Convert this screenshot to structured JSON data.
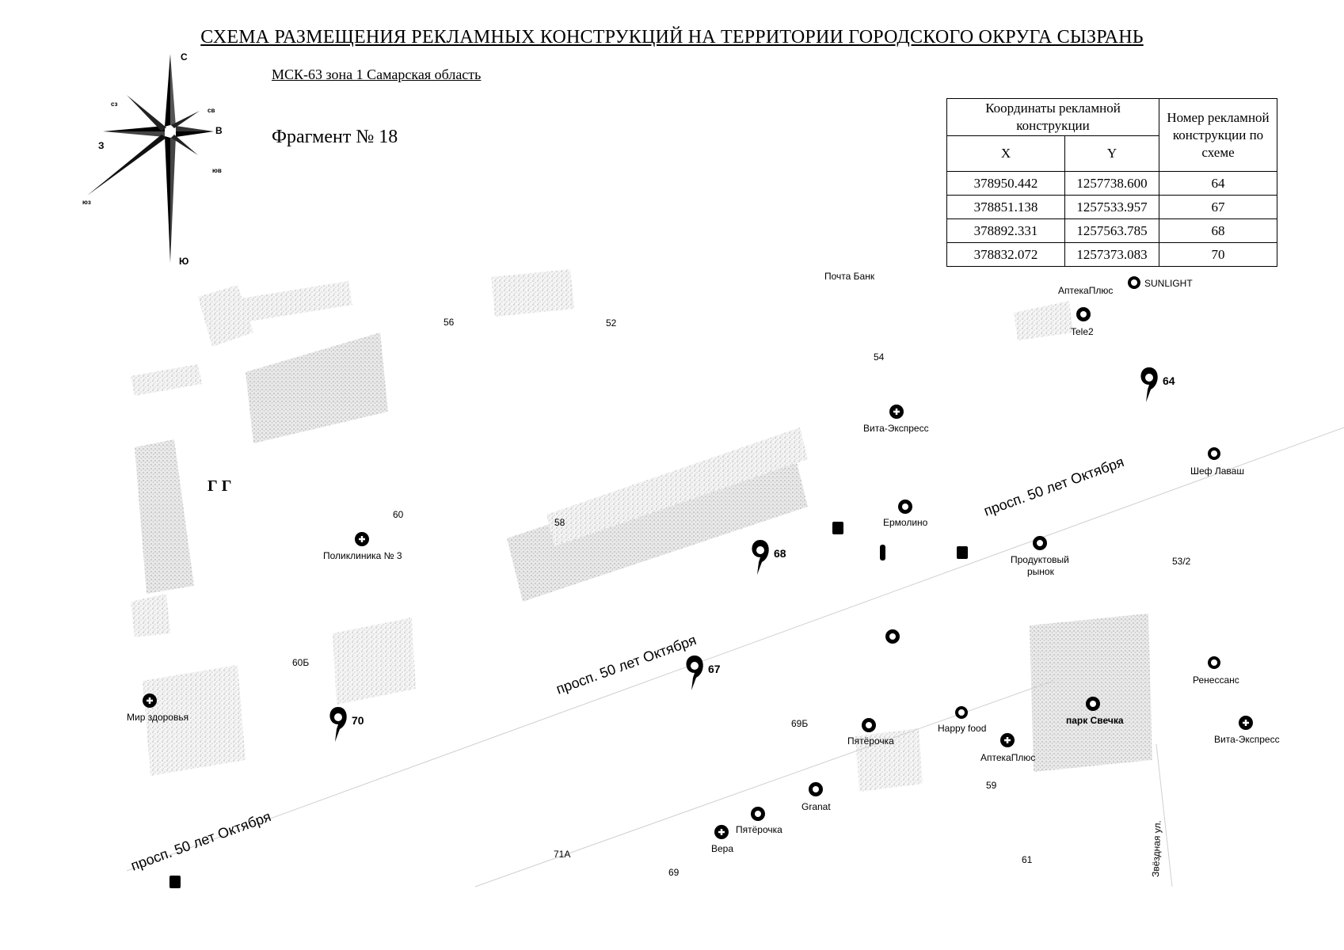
{
  "title": "СХЕМА РАЗМЕЩЕНИЯ РЕКЛАМНЫХ КОНСТРУКЦИЙ НА ТЕРРИТОРИИ ГОРОДСКОГО ОКРУГА СЫЗРАНЬ",
  "subtitle": "МСК-63 зона 1 Самарская область",
  "fragment": "Фрагмент № 18",
  "compass": {
    "n": "С",
    "s": "Ю",
    "w": "З",
    "e": "В",
    "nw": "сз",
    "ne": "св",
    "se": "юв",
    "sw": "юз"
  },
  "table": {
    "header_coords": "Координаты рекламной конструкции",
    "header_x": "X",
    "header_y": "Y",
    "header_num": "Номер рекламной конструкции по схеме",
    "rows": [
      {
        "x": "378950.442",
        "y": "1257738.600",
        "num": "64"
      },
      {
        "x": "378851.138",
        "y": "1257533.957",
        "num": "67"
      },
      {
        "x": "378892.331",
        "y": "1257563.785",
        "num": "68"
      },
      {
        "x": "378832.072",
        "y": "1257373.083",
        "num": "70"
      }
    ]
  },
  "markers": [
    {
      "id": "64",
      "label": "64"
    },
    {
      "id": "67",
      "label": "67"
    },
    {
      "id": "68",
      "label": "68"
    },
    {
      "id": "70",
      "label": "70"
    }
  ],
  "streets": [
    "просп. 50 лет Октября",
    "просп. 50 лет Октября",
    "просп. 50 лет Октября",
    "Звёздная ул."
  ],
  "house_numbers": [
    "56",
    "52",
    "54",
    "60",
    "58",
    "53/2",
    "60Б",
    "69Б",
    "59",
    "71А",
    "69",
    "61"
  ],
  "pois": [
    "Почта Банк",
    "АптекаПлюс",
    "SUNLIGHT",
    "Tele2",
    "Вита-Экспресс",
    "Шеф Лаваш",
    "Ермолино",
    "Продуктовый",
    "рынок",
    "Поликлиника № 3",
    "Мир здоровья",
    "Ренессанс",
    "парк Свечка",
    "Happy food",
    "АптекаПлюс",
    "Пятёрочка",
    "Вита-Экспресс",
    "Granat",
    "Пятёрочка",
    "Вера"
  ],
  "misc_label": "Г Г"
}
